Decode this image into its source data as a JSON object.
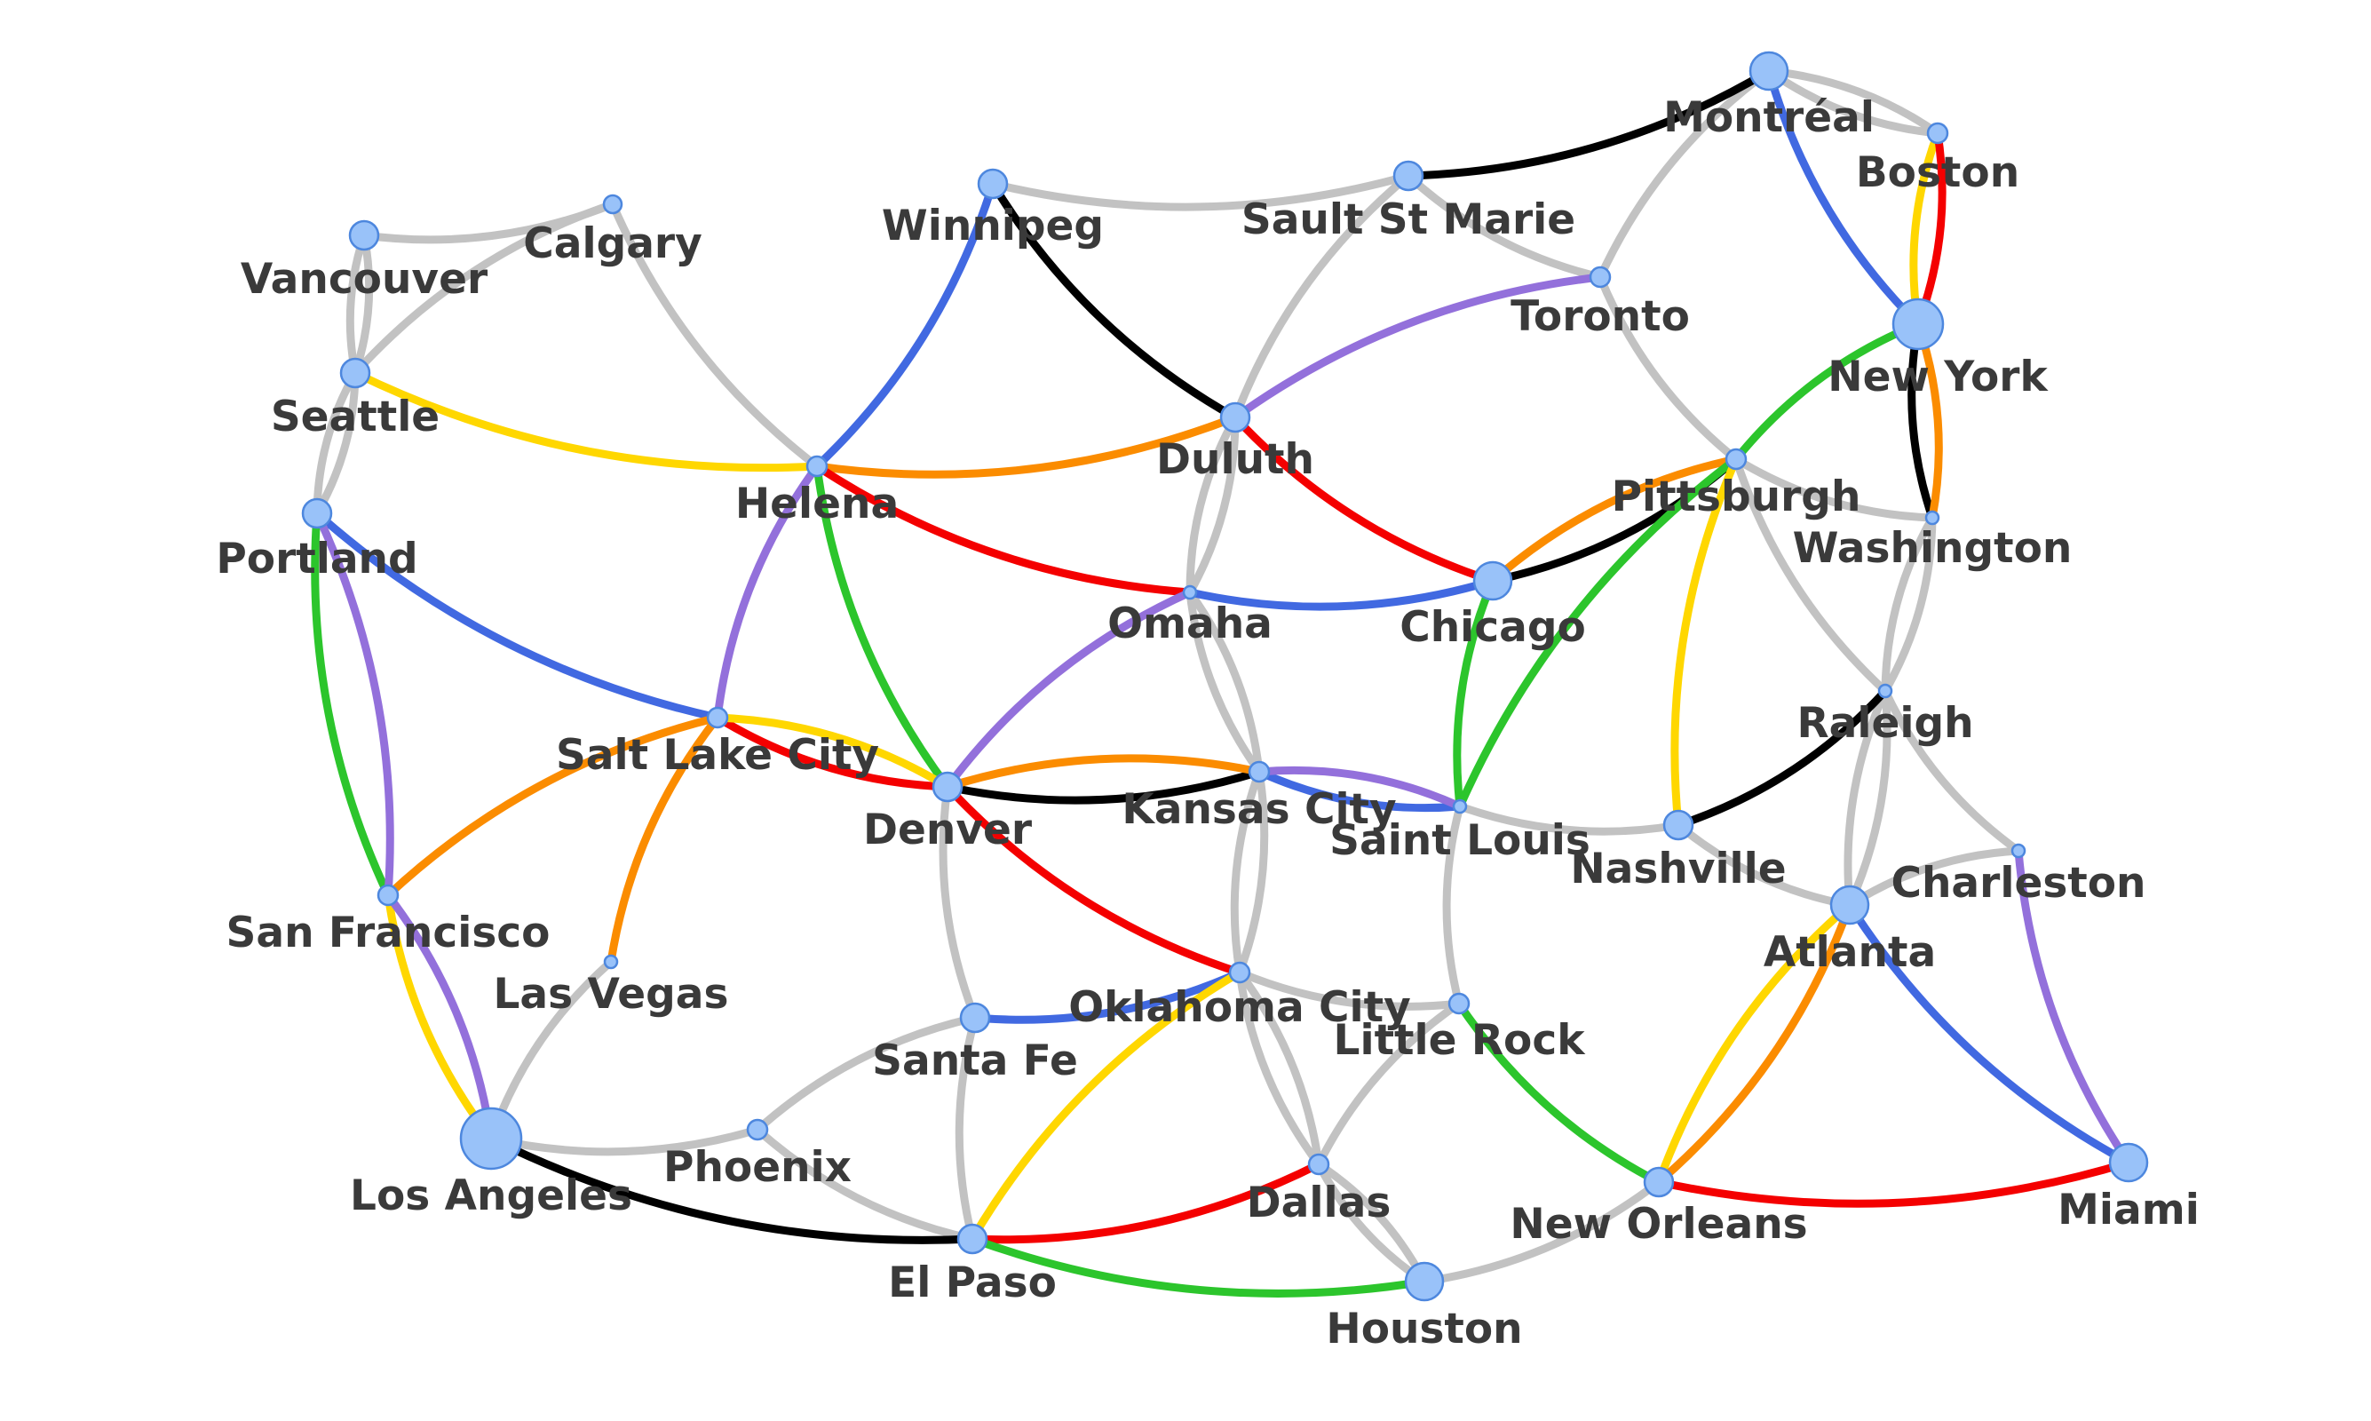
{
  "colors": {
    "gray": "#c2c2c2",
    "red": "#f40000",
    "blue": "#4169e1",
    "green": "#2cc52c",
    "yellow": "#ffd700",
    "orange": "#fb8c00",
    "purple": "#9370db",
    "black": "#000000",
    "city_fill": "#99c2f9",
    "city_stroke": "#4d87de",
    "label": "#3a3a3a"
  },
  "cities": [
    {
      "id": "vancouver",
      "name": "Vancouver"
    },
    {
      "id": "calgary",
      "name": "Calgary"
    },
    {
      "id": "seattle",
      "name": "Seattle"
    },
    {
      "id": "portland",
      "name": "Portland"
    },
    {
      "id": "helena",
      "name": "Helena"
    },
    {
      "id": "winnipeg",
      "name": "Winnipeg"
    },
    {
      "id": "saultstmarie",
      "name": "Sault St Marie"
    },
    {
      "id": "montreal",
      "name": "Montréal"
    },
    {
      "id": "boston",
      "name": "Boston"
    },
    {
      "id": "toronto",
      "name": "Toronto"
    },
    {
      "id": "newyork",
      "name": "New York"
    },
    {
      "id": "duluth",
      "name": "Duluth"
    },
    {
      "id": "pittsburgh",
      "name": "Pittsburgh"
    },
    {
      "id": "washington",
      "name": "Washington"
    },
    {
      "id": "omaha",
      "name": "Omaha"
    },
    {
      "id": "chicago",
      "name": "Chicago"
    },
    {
      "id": "saltlakecity",
      "name": "Salt Lake City"
    },
    {
      "id": "denver",
      "name": "Denver"
    },
    {
      "id": "kansascity",
      "name": "Kansas City"
    },
    {
      "id": "saintlouis",
      "name": "Saint Louis"
    },
    {
      "id": "nashville",
      "name": "Nashville"
    },
    {
      "id": "raleigh",
      "name": "Raleigh"
    },
    {
      "id": "charleston",
      "name": "Charleston"
    },
    {
      "id": "atlanta",
      "name": "Atlanta"
    },
    {
      "id": "sanfrancisco",
      "name": "San Francisco"
    },
    {
      "id": "lasvegas",
      "name": "Las Vegas"
    },
    {
      "id": "santafe",
      "name": "Santa Fe"
    },
    {
      "id": "oklahomacity",
      "name": "Oklahoma City"
    },
    {
      "id": "littlerock",
      "name": "Little Rock"
    },
    {
      "id": "losangeles",
      "name": "Los Angeles"
    },
    {
      "id": "phoenix",
      "name": "Phoenix"
    },
    {
      "id": "elpaso",
      "name": "El Paso"
    },
    {
      "id": "dallas",
      "name": "Dallas"
    },
    {
      "id": "houston",
      "name": "Houston"
    },
    {
      "id": "neworleans",
      "name": "New Orleans"
    },
    {
      "id": "miami",
      "name": "Miami"
    }
  ],
  "routes": [
    {
      "from": "vancouver",
      "to": "calgary",
      "color": "gray"
    },
    {
      "from": "vancouver",
      "to": "seattle",
      "color": "gray"
    },
    {
      "from": "vancouver",
      "to": "seattle",
      "color": "gray"
    },
    {
      "from": "calgary",
      "to": "seattle",
      "color": "gray"
    },
    {
      "from": "calgary",
      "to": "helena",
      "color": "gray"
    },
    {
      "from": "seattle",
      "to": "portland",
      "color": "gray"
    },
    {
      "from": "seattle",
      "to": "portland",
      "color": "gray"
    },
    {
      "from": "seattle",
      "to": "helena",
      "color": "yellow"
    },
    {
      "from": "portland",
      "to": "saltlakecity",
      "color": "blue"
    },
    {
      "from": "portland",
      "to": "sanfrancisco",
      "color": "green"
    },
    {
      "from": "portland",
      "to": "sanfrancisco",
      "color": "purple"
    },
    {
      "from": "helena",
      "to": "winnipeg",
      "color": "blue"
    },
    {
      "from": "helena",
      "to": "duluth",
      "color": "orange"
    },
    {
      "from": "helena",
      "to": "omaha",
      "color": "red"
    },
    {
      "from": "helena",
      "to": "denver",
      "color": "green"
    },
    {
      "from": "helena",
      "to": "saltlakecity",
      "color": "purple"
    },
    {
      "from": "winnipeg",
      "to": "saultstmarie",
      "color": "gray"
    },
    {
      "from": "winnipeg",
      "to": "duluth",
      "color": "black"
    },
    {
      "from": "saultstmarie",
      "to": "montreal",
      "color": "black"
    },
    {
      "from": "saultstmarie",
      "to": "duluth",
      "color": "gray"
    },
    {
      "from": "saultstmarie",
      "to": "toronto",
      "color": "gray"
    },
    {
      "from": "montreal",
      "to": "boston",
      "color": "gray"
    },
    {
      "from": "montreal",
      "to": "boston",
      "color": "gray"
    },
    {
      "from": "montreal",
      "to": "newyork",
      "color": "blue"
    },
    {
      "from": "montreal",
      "to": "toronto",
      "color": "gray"
    },
    {
      "from": "boston",
      "to": "newyork",
      "color": "yellow"
    },
    {
      "from": "boston",
      "to": "newyork",
      "color": "red"
    },
    {
      "from": "toronto",
      "to": "duluth",
      "color": "purple"
    },
    {
      "from": "toronto",
      "to": "pittsburgh",
      "color": "gray"
    },
    {
      "from": "newyork",
      "to": "pittsburgh",
      "color": "green"
    },
    {
      "from": "newyork",
      "to": "washington",
      "color": "black"
    },
    {
      "from": "newyork",
      "to": "washington",
      "color": "orange"
    },
    {
      "from": "duluth",
      "to": "chicago",
      "color": "red"
    },
    {
      "from": "duluth",
      "to": "omaha",
      "color": "gray"
    },
    {
      "from": "duluth",
      "to": "omaha",
      "color": "gray"
    },
    {
      "from": "pittsburgh",
      "to": "chicago",
      "color": "orange"
    },
    {
      "from": "pittsburgh",
      "to": "chicago",
      "color": "black"
    },
    {
      "from": "pittsburgh",
      "to": "washington",
      "color": "gray"
    },
    {
      "from": "pittsburgh",
      "to": "saintlouis",
      "color": "green"
    },
    {
      "from": "pittsburgh",
      "to": "nashville",
      "color": "yellow"
    },
    {
      "from": "pittsburgh",
      "to": "raleigh",
      "color": "gray"
    },
    {
      "from": "washington",
      "to": "raleigh",
      "color": "gray"
    },
    {
      "from": "washington",
      "to": "raleigh",
      "color": "gray"
    },
    {
      "from": "omaha",
      "to": "chicago",
      "color": "blue"
    },
    {
      "from": "omaha",
      "to": "denver",
      "color": "purple"
    },
    {
      "from": "omaha",
      "to": "kansascity",
      "color": "gray"
    },
    {
      "from": "omaha",
      "to": "kansascity",
      "color": "gray"
    },
    {
      "from": "chicago",
      "to": "saintlouis",
      "color": "green"
    },
    {
      "from": "saltlakecity",
      "to": "denver",
      "color": "red"
    },
    {
      "from": "saltlakecity",
      "to": "denver",
      "color": "yellow"
    },
    {
      "from": "saltlakecity",
      "to": "sanfrancisco",
      "color": "orange"
    },
    {
      "from": "saltlakecity",
      "to": "lasvegas",
      "color": "orange"
    },
    {
      "from": "denver",
      "to": "kansascity",
      "color": "black"
    },
    {
      "from": "denver",
      "to": "kansascity",
      "color": "orange"
    },
    {
      "from": "denver",
      "to": "oklahomacity",
      "color": "red"
    },
    {
      "from": "denver",
      "to": "santafe",
      "color": "gray"
    },
    {
      "from": "kansascity",
      "to": "saintlouis",
      "color": "blue"
    },
    {
      "from": "kansascity",
      "to": "saintlouis",
      "color": "purple"
    },
    {
      "from": "kansascity",
      "to": "oklahomacity",
      "color": "gray"
    },
    {
      "from": "kansascity",
      "to": "oklahomacity",
      "color": "gray"
    },
    {
      "from": "saintlouis",
      "to": "nashville",
      "color": "gray"
    },
    {
      "from": "saintlouis",
      "to": "littlerock",
      "color": "gray"
    },
    {
      "from": "nashville",
      "to": "raleigh",
      "color": "black"
    },
    {
      "from": "nashville",
      "to": "atlanta",
      "color": "gray"
    },
    {
      "from": "raleigh",
      "to": "atlanta",
      "color": "gray"
    },
    {
      "from": "raleigh",
      "to": "atlanta",
      "color": "gray"
    },
    {
      "from": "raleigh",
      "to": "charleston",
      "color": "gray"
    },
    {
      "from": "charleston",
      "to": "atlanta",
      "color": "gray"
    },
    {
      "from": "charleston",
      "to": "miami",
      "color": "purple"
    },
    {
      "from": "atlanta",
      "to": "miami",
      "color": "blue"
    },
    {
      "from": "atlanta",
      "to": "neworleans",
      "color": "yellow"
    },
    {
      "from": "atlanta",
      "to": "neworleans",
      "color": "orange"
    },
    {
      "from": "sanfrancisco",
      "to": "losangeles",
      "color": "yellow"
    },
    {
      "from": "sanfrancisco",
      "to": "losangeles",
      "color": "purple"
    },
    {
      "from": "lasvegas",
      "to": "losangeles",
      "color": "gray"
    },
    {
      "from": "santafe",
      "to": "oklahomacity",
      "color": "blue"
    },
    {
      "from": "santafe",
      "to": "phoenix",
      "color": "gray"
    },
    {
      "from": "santafe",
      "to": "elpaso",
      "color": "gray"
    },
    {
      "from": "oklahomacity",
      "to": "littlerock",
      "color": "gray"
    },
    {
      "from": "oklahomacity",
      "to": "elpaso",
      "color": "yellow"
    },
    {
      "from": "oklahomacity",
      "to": "dallas",
      "color": "gray"
    },
    {
      "from": "oklahomacity",
      "to": "dallas",
      "color": "gray"
    },
    {
      "from": "littlerock",
      "to": "dallas",
      "color": "gray"
    },
    {
      "from": "littlerock",
      "to": "neworleans",
      "color": "green"
    },
    {
      "from": "losangeles",
      "to": "phoenix",
      "color": "gray"
    },
    {
      "from": "losangeles",
      "to": "elpaso",
      "color": "black"
    },
    {
      "from": "phoenix",
      "to": "elpaso",
      "color": "gray"
    },
    {
      "from": "elpaso",
      "to": "dallas",
      "color": "red"
    },
    {
      "from": "elpaso",
      "to": "houston",
      "color": "green"
    },
    {
      "from": "dallas",
      "to": "houston",
      "color": "gray"
    },
    {
      "from": "dallas",
      "to": "houston",
      "color": "gray"
    },
    {
      "from": "houston",
      "to": "neworleans",
      "color": "gray"
    },
    {
      "from": "neworleans",
      "to": "miami",
      "color": "red"
    }
  ]
}
